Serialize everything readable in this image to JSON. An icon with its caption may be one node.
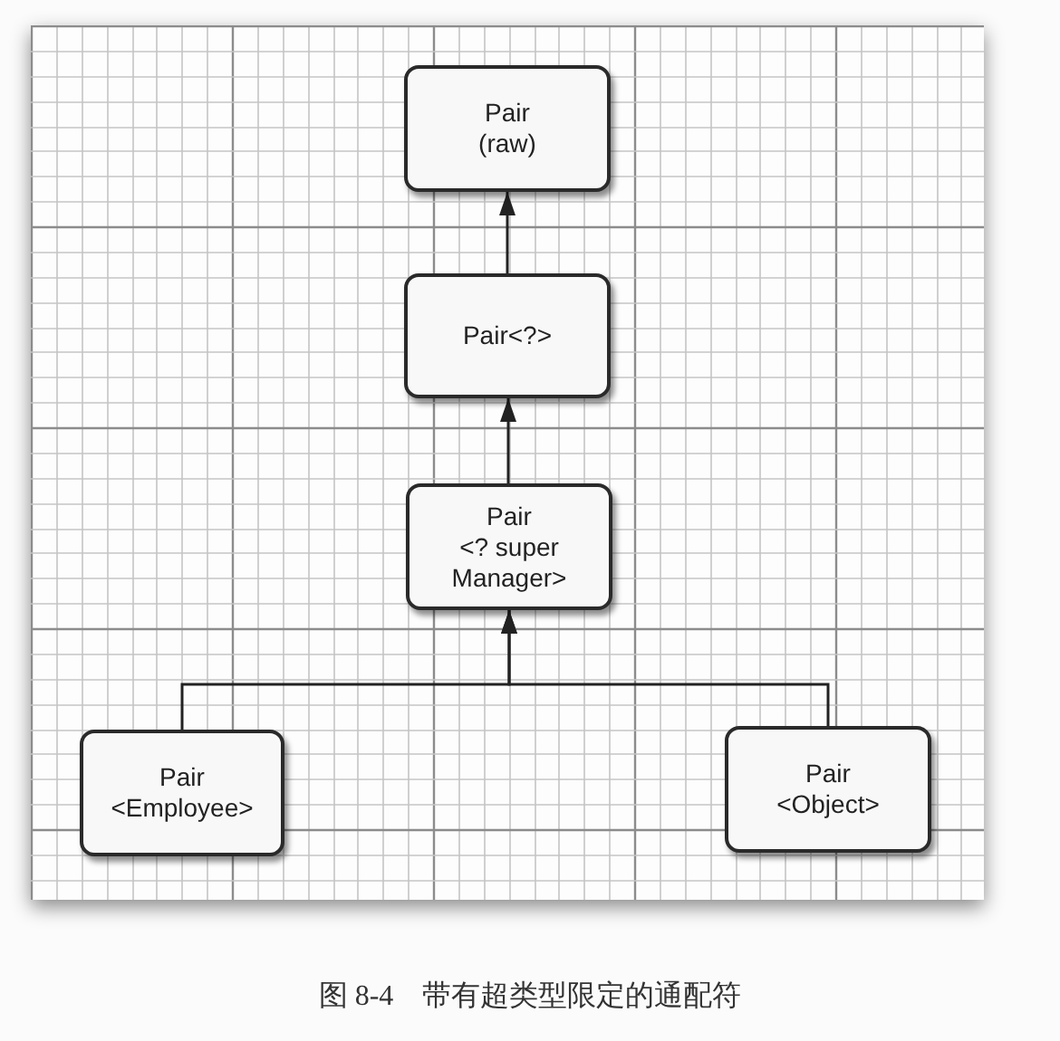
{
  "diagram": {
    "caption": "图 8-4　带有超类型限定的通配符",
    "nodes": [
      {
        "text": [
          "Pair (raw)"
        ]
      },
      {
        "text": [
          "Pair<?>"
        ]
      },
      {
        "text": [
          "Pair <? super Manager>"
        ]
      },
      {
        "text": [
          "Pair <Employee>"
        ]
      },
      {
        "text": [
          "Pair <Object>"
        ]
      }
    ],
    "edges": [
      {
        "from": 1,
        "to": 0,
        "arrow": "to"
      },
      {
        "from": 2,
        "to": 1,
        "arrow": "to"
      },
      {
        "from": 3,
        "to": 2,
        "arrow": "to"
      },
      {
        "from": 4,
        "to": 2,
        "arrow": "to"
      }
    ]
  }
}
